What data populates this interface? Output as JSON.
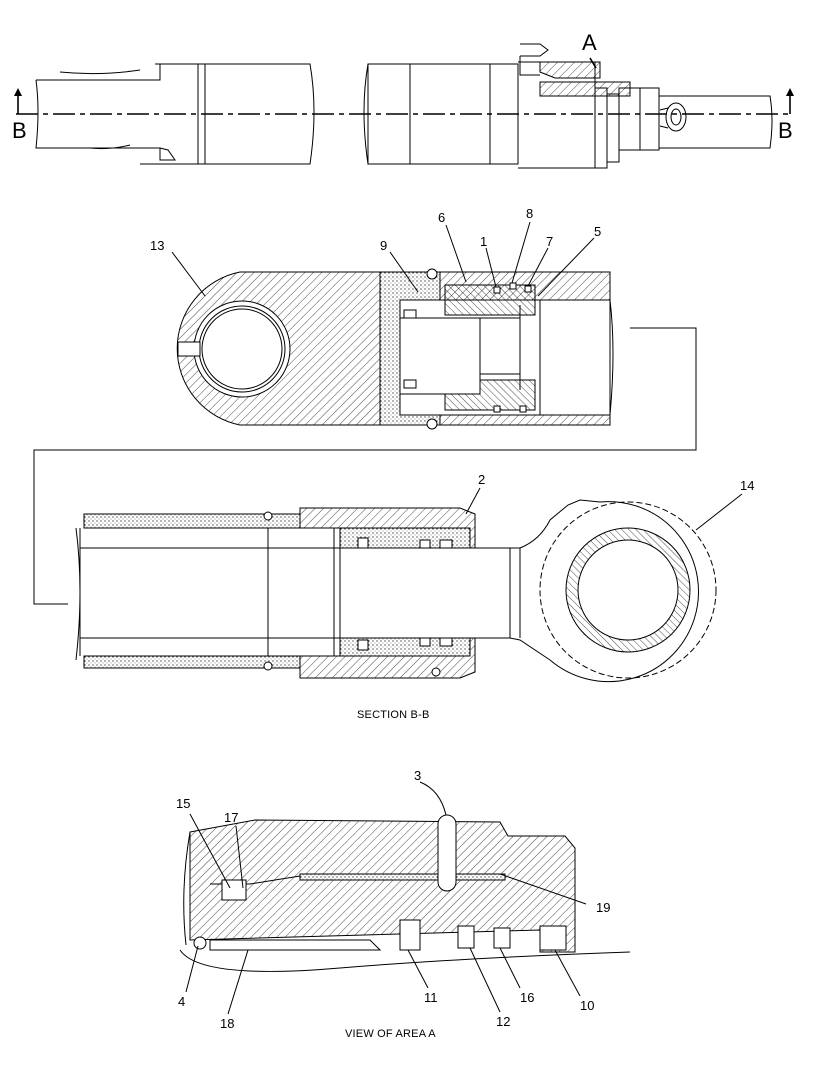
{
  "view_labels": {
    "area_marker": "A",
    "section_left": "B",
    "section_right": "B",
    "section_caption": "SECTION B-B",
    "view_caption": "VIEW OF AREA A"
  },
  "callouts": {
    "c1": "1",
    "c2": "2",
    "c3": "3",
    "c4": "4",
    "c5": "5",
    "c6": "6",
    "c7": "7",
    "c8": "8",
    "c9": "9",
    "c10": "10",
    "c11": "11",
    "c12": "12",
    "c13": "13",
    "c14": "14",
    "c15": "15",
    "c16": "16",
    "c17": "17",
    "c18": "18",
    "c19": "19"
  },
  "colors": {
    "ink": "#000000",
    "paper": "#ffffff"
  }
}
